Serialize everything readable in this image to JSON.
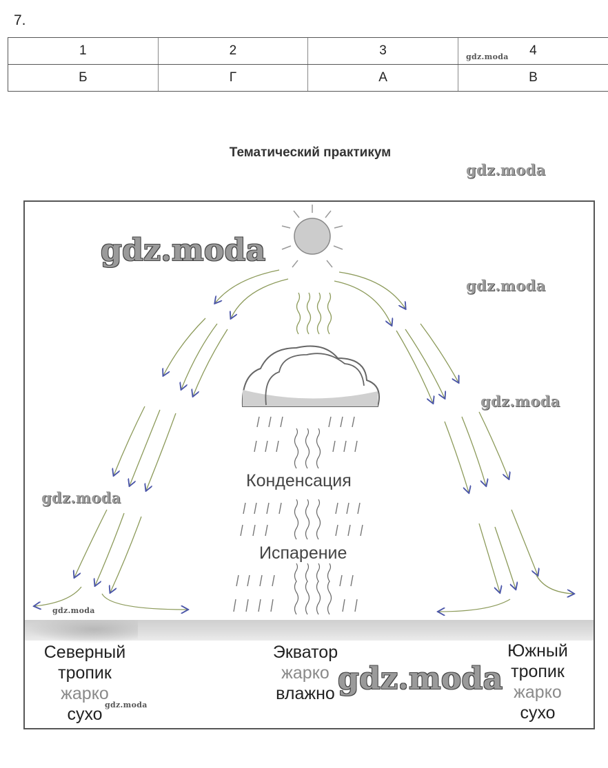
{
  "task": {
    "number": "7."
  },
  "answer_table": {
    "headers": [
      "1",
      "2",
      "3",
      "4"
    ],
    "values": [
      "Б",
      "Г",
      "А",
      "В"
    ]
  },
  "section_title": "Тематический практикум",
  "watermarks": {
    "text": "gdz.moda"
  },
  "diagram": {
    "sun_icon": "sun-icon",
    "cloud_icon": "cloud-icon",
    "labels": {
      "condensation": "Конденсация",
      "evaporation": "Испарение"
    },
    "zones": {
      "north": {
        "name1": "Северный",
        "name2": "тропик",
        "temp": "жарко",
        "moisture": "сухо"
      },
      "equator": {
        "name1": "Экватор",
        "temp": "жарко",
        "moisture": "влажно"
      },
      "south": {
        "name1": "Южный",
        "name2": "тропик",
        "temp": "жарко",
        "moisture": "сухо"
      }
    },
    "colors": {
      "arrow": "#4a55a8",
      "sun_ray": "#8c9a5a",
      "line": "#555555"
    }
  }
}
